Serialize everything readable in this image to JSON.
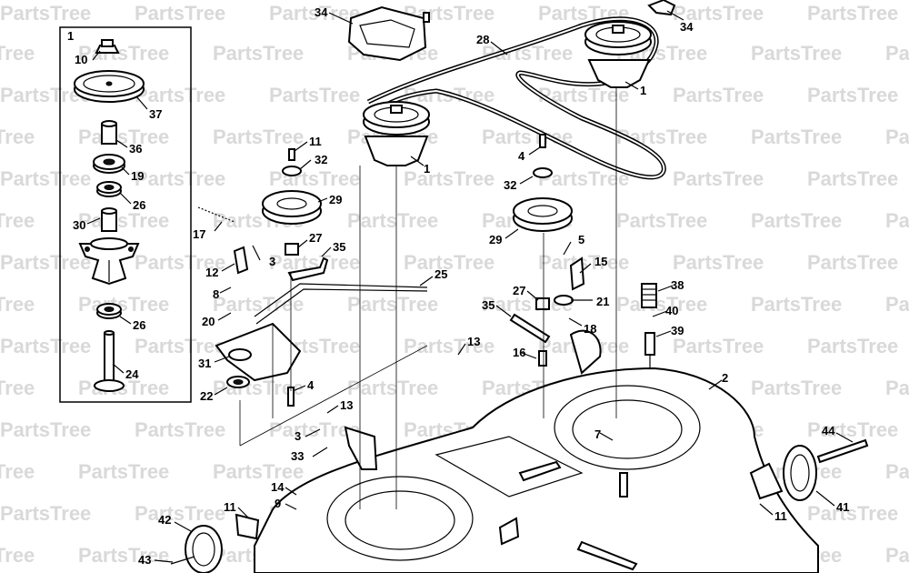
{
  "watermark": "PartsTree",
  "inset_label": "1",
  "callouts": [
    {
      "id": "c34a",
      "text": "34"
    },
    {
      "id": "c34b",
      "text": "34"
    },
    {
      "id": "c28",
      "text": "28"
    },
    {
      "id": "c10",
      "text": "10"
    },
    {
      "id": "c37",
      "text": "37"
    },
    {
      "id": "c36",
      "text": "36"
    },
    {
      "id": "c19",
      "text": "19"
    },
    {
      "id": "c26a",
      "text": "26"
    },
    {
      "id": "c30",
      "text": "30"
    },
    {
      "id": "c26b",
      "text": "26"
    },
    {
      "id": "c24",
      "text": "24"
    },
    {
      "id": "c1m",
      "text": "1"
    },
    {
      "id": "c1r",
      "text": "1"
    },
    {
      "id": "c11a",
      "text": "11"
    },
    {
      "id": "c32a",
      "text": "32"
    },
    {
      "id": "c29a",
      "text": "29"
    },
    {
      "id": "c27a",
      "text": "27"
    },
    {
      "id": "c35a",
      "text": "35"
    },
    {
      "id": "c17",
      "text": "17"
    },
    {
      "id": "c12",
      "text": "12"
    },
    {
      "id": "c3a",
      "text": "3"
    },
    {
      "id": "c8",
      "text": "8"
    },
    {
      "id": "c20",
      "text": "20"
    },
    {
      "id": "c25",
      "text": "25"
    },
    {
      "id": "c31",
      "text": "31"
    },
    {
      "id": "c22",
      "text": "22"
    },
    {
      "id": "c4a",
      "text": "4"
    },
    {
      "id": "c4b",
      "text": "4"
    },
    {
      "id": "c32b",
      "text": "32"
    },
    {
      "id": "c29b",
      "text": "29"
    },
    {
      "id": "c5",
      "text": "5"
    },
    {
      "id": "c15",
      "text": "15"
    },
    {
      "id": "c27b",
      "text": "27"
    },
    {
      "id": "c21",
      "text": "21"
    },
    {
      "id": "c35b",
      "text": "35"
    },
    {
      "id": "c18",
      "text": "18"
    },
    {
      "id": "c13a",
      "text": "13"
    },
    {
      "id": "c16",
      "text": "16"
    },
    {
      "id": "c38",
      "text": "38"
    },
    {
      "id": "c40",
      "text": "40"
    },
    {
      "id": "c39",
      "text": "39"
    },
    {
      "id": "c2",
      "text": "2"
    },
    {
      "id": "c7",
      "text": "7"
    },
    {
      "id": "c13b",
      "text": "13"
    },
    {
      "id": "c3b",
      "text": "3"
    },
    {
      "id": "c33",
      "text": "33"
    },
    {
      "id": "c14",
      "text": "14"
    },
    {
      "id": "c9",
      "text": "9"
    },
    {
      "id": "c11b",
      "text": "11"
    },
    {
      "id": "c42",
      "text": "42"
    },
    {
      "id": "c43",
      "text": "43"
    },
    {
      "id": "c44",
      "text": "44"
    },
    {
      "id": "c41",
      "text": "41"
    },
    {
      "id": "c11c",
      "text": "11"
    }
  ]
}
